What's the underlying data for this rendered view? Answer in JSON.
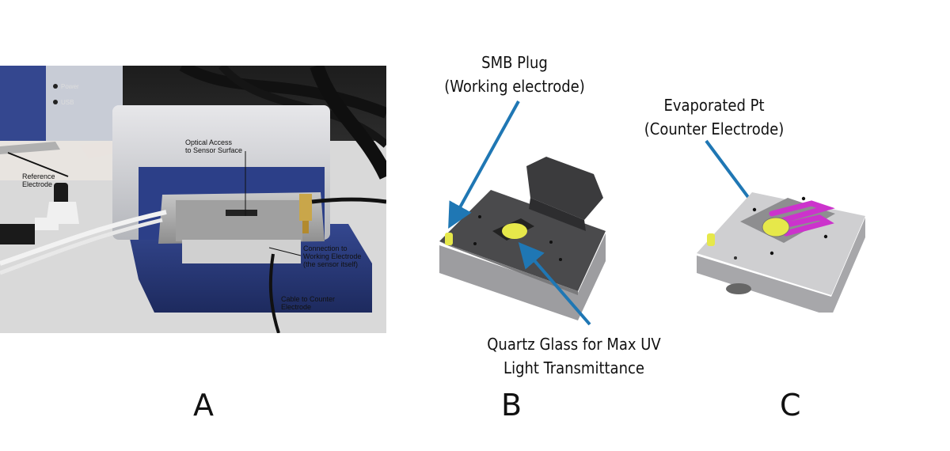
{
  "panel_a": {
    "letter": "A",
    "labels": {
      "power": "Power",
      "usb": "USB",
      "optical_access_1": "Optical Access",
      "optical_access_2": "to Sensor Surface",
      "reference_1": "Reference",
      "reference_2": "Electrode",
      "connection_1": "Connection to",
      "connection_2": "Working Electrode",
      "connection_3": "(the sensor itself)",
      "cable_1": "Cable to Counter",
      "cable_2": "Electrode"
    }
  },
  "panel_b": {
    "letter": "B",
    "smb_line1": "SMB Plug",
    "smb_line2": "(Working electrode)",
    "quartz_line1": "Quartz Glass for Max UV",
    "quartz_line2": "Light Transmittance"
  },
  "panel_c": {
    "letter": "C",
    "pt_line1": "Evaporated Pt",
    "pt_line2": "(Counter Electrode)"
  },
  "colors": {
    "arrow": "#1f77b4",
    "electrode_yellow": "#e6e84a",
    "counter_magenta": "#cc33cc",
    "device_blue": "#2b3f86"
  }
}
